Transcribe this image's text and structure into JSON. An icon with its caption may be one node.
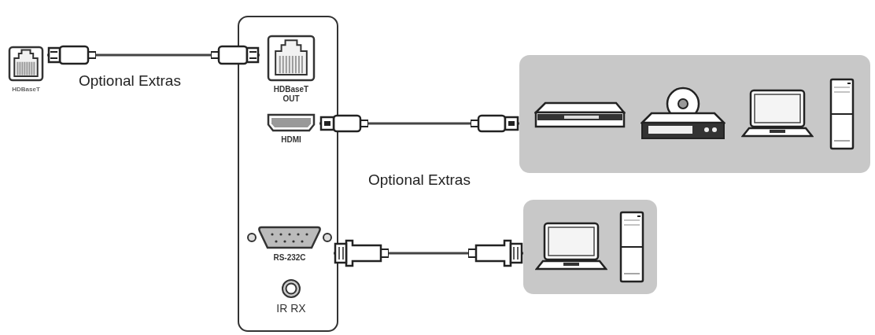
{
  "diagram": {
    "nodes": [
      {
        "text": [
          "HDBaseT"
        ]
      },
      {
        "text": [],
        "shape": "box"
      },
      {
        "text": [
          "HDBaseT OUT"
        ],
        "in": 1
      },
      {
        "text": [
          "HDMI"
        ],
        "in": 1
      },
      {
        "text": [
          "RS-232C"
        ],
        "in": 1
      },
      {
        "text": [
          "IR RX"
        ],
        "in": 1
      },
      {
        "text": [],
        "shape": "box"
      },
      {
        "text": [],
        "shape": "box"
      }
    ],
    "edges": [
      {
        "from": 0,
        "to": 2,
        "arrow": "other",
        "label": "Optional Extras"
      },
      {
        "from": 3,
        "to": 6,
        "arrow": "other"
      },
      {
        "from": 4,
        "to": 7,
        "arrow": "other"
      }
    ],
    "labels": [
      "Optional Extras"
    ]
  }
}
